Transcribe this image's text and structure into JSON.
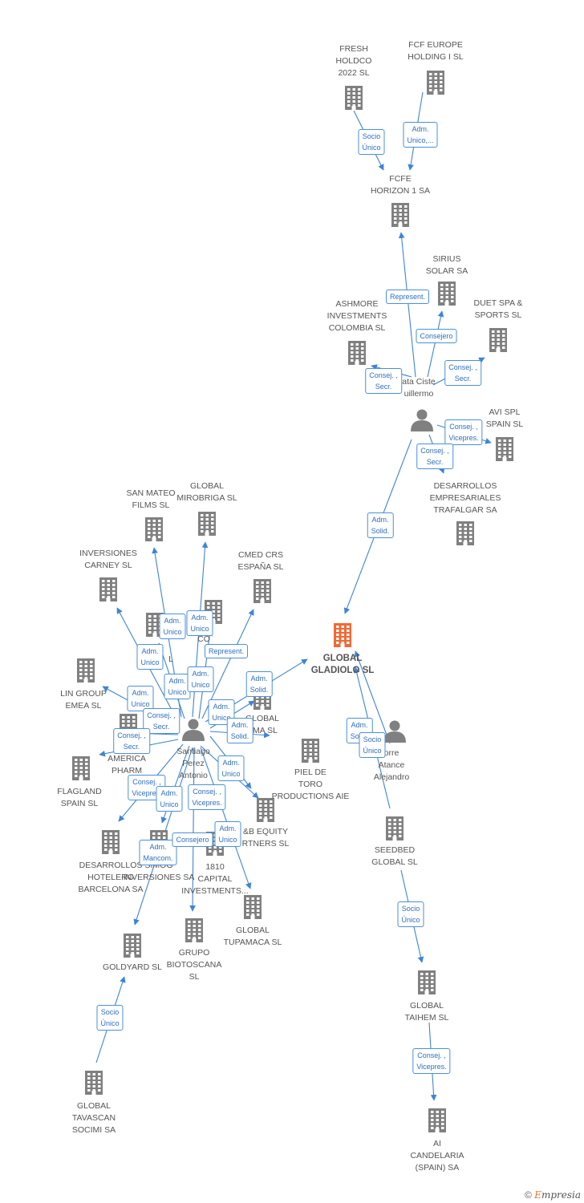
{
  "colors": {
    "line": "#3d85d6",
    "building": "#808080",
    "main_building": "#f06a35",
    "person": "#808080"
  },
  "nodes": [
    {
      "id": "fresh",
      "type": "company",
      "label": "FRESH\nHOLDCO\n2022 SL"
    },
    {
      "id": "fcfeurope",
      "type": "company",
      "label": "FCF EUROPE\nHOLDING I SL"
    },
    {
      "id": "fcfe",
      "type": "company",
      "label": "FCFE\nHORIZON 1 SA"
    },
    {
      "id": "sirius",
      "type": "company",
      "label": "SIRIUS\nSOLAR SA"
    },
    {
      "id": "ashmore",
      "type": "company",
      "label": "ASHMORE\nINVESTMENTS\nCOLOMBIA SL"
    },
    {
      "id": "duet",
      "type": "company",
      "label": "DUET SPA &\nSPORTS SL"
    },
    {
      "id": "cistern",
      "type": "person",
      "label": "ata Ciste\nuillermo"
    },
    {
      "id": "avispl",
      "type": "company",
      "label": "AVI SPL\nSPAIN SL"
    },
    {
      "id": "trafalgar",
      "type": "company",
      "label": "DESARROLLOS\nEMPRESARIALES\nTRAFALGAR SA"
    },
    {
      "id": "sanmateo",
      "type": "company",
      "label": "SAN MATEO\nFILMS SL"
    },
    {
      "id": "mirobriga",
      "type": "company",
      "label": "GLOBAL\nMIROBRIGA SL"
    },
    {
      "id": "carney",
      "type": "company",
      "label": "INVERSIONES\nCARNEY SL"
    },
    {
      "id": "cmed",
      "type": "company",
      "label": "CMED CRS\nESPAÑA SL"
    },
    {
      "id": "globalco",
      "type": "company",
      "label": "BAL\nCO"
    },
    {
      "id": "hiddenl",
      "type": "company",
      "label": "L"
    },
    {
      "id": "gladiolo",
      "type": "main",
      "label": "GLOBAL\nGLADIOLO SL"
    },
    {
      "id": "lingroup",
      "type": "company",
      "label": "LIN GROUP\nEMEA SL"
    },
    {
      "id": "globalema",
      "type": "company",
      "label": "GLOBAL\nEMA SL"
    },
    {
      "id": "americapharm",
      "type": "company",
      "label": "AMERICA\nPHARM"
    },
    {
      "id": "santiago",
      "type": "person",
      "label": "Santiago\nPerez\nAntonio"
    },
    {
      "id": "torre",
      "type": "person",
      "label": "orre\nAtance\nAlejandro"
    },
    {
      "id": "flagland",
      "type": "company",
      "label": "FLAGLAND\nSPAIN SL"
    },
    {
      "id": "pieltoro",
      "type": "company",
      "label": "PIEL DE\nTORO\nPRODUCTIONS AIE"
    },
    {
      "id": "bequity",
      "type": "company",
      "label": "&B EQUITY\nRTNERS SL"
    },
    {
      "id": "hotelero",
      "type": "company",
      "label": "DESARROLLOS\nHOTELERO\nBARCELONA SA"
    },
    {
      "id": "simog",
      "type": "company",
      "label": "SIMOG\nINVERSIONES SA"
    },
    {
      "id": "capital1810",
      "type": "company",
      "label": "1810\nCAPITAL\nINVESTMENTS..."
    },
    {
      "id": "seedbed",
      "type": "company",
      "label": "SEEDBED\nGLOBAL SL"
    },
    {
      "id": "tupamaca",
      "type": "company",
      "label": "GLOBAL\nTUPAMACA SL"
    },
    {
      "id": "goldyard",
      "type": "company",
      "label": "GOLDYARD SL"
    },
    {
      "id": "biotoscana",
      "type": "company",
      "label": "GRUPO\nBIOTOSCANA\nSL"
    },
    {
      "id": "taihem",
      "type": "company",
      "label": "GLOBAL\nTAIHEM SL"
    },
    {
      "id": "tavascan",
      "type": "company",
      "label": "GLOBAL\nTAVASCAN\nSOCIMI SA"
    },
    {
      "id": "candelaria",
      "type": "company",
      "label": "AI\nCANDELARIA\n(SPAIN) SA"
    }
  ],
  "edges": [
    {
      "from": "fresh",
      "to": "fcfe",
      "label": "Socio\nÚnico"
    },
    {
      "from": "fcfeurope",
      "to": "fcfe",
      "label": "Adm.\nUnico,..."
    },
    {
      "from": "cistern",
      "to": "fcfe",
      "label": "Represent."
    },
    {
      "from": "cistern",
      "to": "sirius",
      "label": "Consejero"
    },
    {
      "from": "cistern",
      "to": "ashmore",
      "label": "Consej. ,\nSecr."
    },
    {
      "from": "cistern",
      "to": "duet",
      "label": "Consej. ,\nSecr."
    },
    {
      "from": "cistern",
      "to": "avispl",
      "label": "Consej. ,\nVicepres."
    },
    {
      "from": "cistern",
      "to": "trafalgar",
      "label": "Consej. ,\nSecr."
    },
    {
      "from": "cistern",
      "to": "gladiolo",
      "label": "Adm.\nSolid."
    },
    {
      "from": "santiago",
      "to": "sanmateo",
      "label": "Adm.\nUnico"
    },
    {
      "from": "santiago",
      "to": "mirobriga",
      "label": "Adm.\nUnico"
    },
    {
      "from": "santiago",
      "to": "carney",
      "label": "Adm.\nUnico"
    },
    {
      "from": "santiago",
      "to": "cmed",
      "label": "Represent."
    },
    {
      "from": "santiago",
      "to": "globalco",
      "label": "Adm.\nUnico"
    },
    {
      "from": "santiago",
      "to": "hiddenl",
      "label": "Adm.\nUnico"
    },
    {
      "from": "santiago",
      "to": "gladiolo",
      "label": "Adm.\nSolid."
    },
    {
      "from": "santiago",
      "to": "lingroup",
      "label": "Adm.\nUnico"
    },
    {
      "from": "santiago",
      "to": "globalema",
      "label": "Adm.\nUnico"
    },
    {
      "from": "santiago",
      "to": "globalema",
      "label": "Adm.\nSolid."
    },
    {
      "from": "santiago",
      "to": "americapharm",
      "label": "Consej. ,\nSecr."
    },
    {
      "from": "santiago",
      "to": "flagland",
      "label": "Consej. ,\nSecr."
    },
    {
      "from": "santiago",
      "to": "pieltoro",
      "label": "Adm.\nUnico"
    },
    {
      "from": "santiago",
      "to": "hotelero",
      "label": "Consej. ,\nVicepres."
    },
    {
      "from": "santiago",
      "to": "simog",
      "label": "Adm.\nUnico"
    },
    {
      "from": "santiago",
      "to": "bequity",
      "label": "Consej. ,\nVicepres."
    },
    {
      "from": "santiago",
      "to": "tupamaca",
      "label": "Adm.\nUnico"
    },
    {
      "from": "santiago",
      "to": "goldyard",
      "label": "Adm.\nMancom."
    },
    {
      "from": "santiago",
      "to": "biotoscana",
      "label": "Consejero"
    },
    {
      "from": "torre",
      "to": "gladiolo",
      "label": "Adm.\nSolid."
    },
    {
      "from": "seedbed",
      "to": "gladiolo",
      "label": "Socio\nÚnico"
    },
    {
      "from": "seedbed",
      "to": "taihem",
      "label": "Socio\nÚnico"
    },
    {
      "from": "taihem",
      "to": "candelaria",
      "label": "Consej. ,\nVicepres."
    },
    {
      "from": "tavascan",
      "to": "goldyard",
      "label": "Socio\nÚnico"
    }
  ],
  "footer": {
    "copyright": "©",
    "brand_initial": "E",
    "brand_rest": "mpresia"
  }
}
